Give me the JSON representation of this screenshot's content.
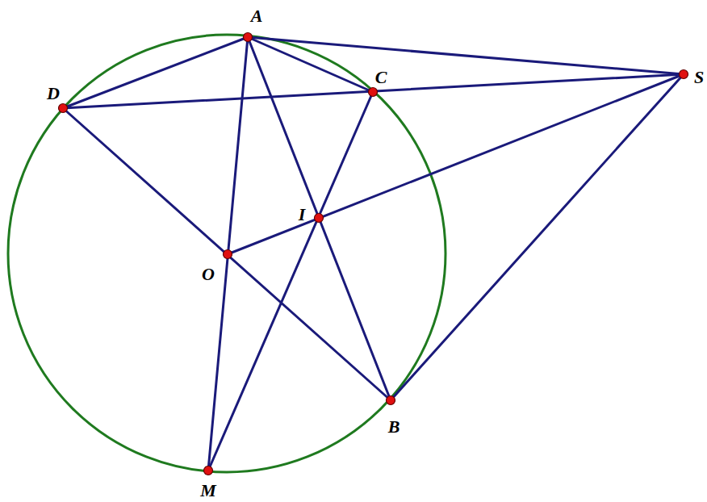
{
  "diagram": {
    "labels": [
      "A",
      "C",
      "D",
      "S",
      "I",
      "O",
      "B",
      "M"
    ]
  }
}
